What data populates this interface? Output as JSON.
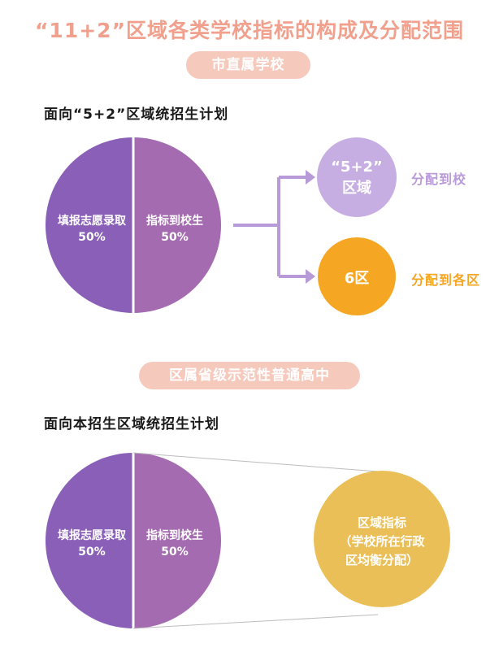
{
  "title": "“11+2”区域各类学校指标的构成及分配范围",
  "sections": [
    {
      "pill": "市直属学校",
      "subheading": "面向“5+2”区域统招生计划",
      "pie_left": {
        "line1": "填报志愿录取",
        "line2": "50%"
      },
      "pie_right": {
        "line1": "指标到校生",
        "line2": "50%"
      },
      "targets": [
        {
          "circle_line1": "“5+2”",
          "circle_line2": "区域",
          "label": "分配到校"
        },
        {
          "circle_text": "6区",
          "label": "分配到各区"
        }
      ]
    },
    {
      "pill": "区属省级示范性普通高中",
      "subheading": "面向本招生区域统招生计划",
      "pie_left": {
        "line1": "填报志愿录取",
        "line2": "50%"
      },
      "pie_right": {
        "line1": "指标到校生",
        "line2": "50%"
      },
      "region": {
        "line1": "区域指标",
        "line2": "（学校所在行政",
        "line3": "区均衡分配）"
      }
    }
  ],
  "colors": {
    "title": "#f0a08c",
    "pill": "#f6c9bd",
    "pie_left": "#8a5fb8",
    "pie_right": "#a46bb0",
    "arrow": "#b89ad8",
    "target_district": "#c7aee2",
    "target_six": "#f5a623",
    "region": "#eabf57"
  }
}
